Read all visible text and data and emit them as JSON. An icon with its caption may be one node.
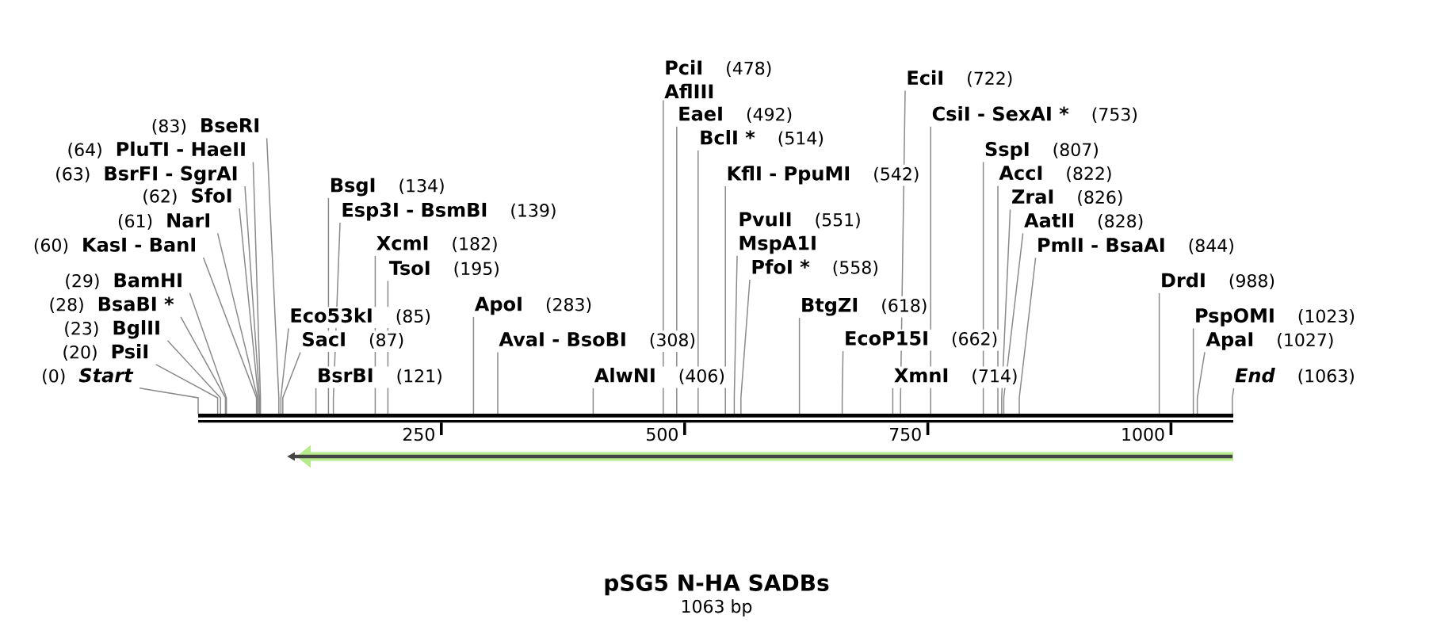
{
  "diagram": {
    "title": "pSG5 N-HA SADBs",
    "nodes": [
      {
        "text": [
          "(0)",
          "Start"
        ]
      },
      {
        "text": [
          "(20)",
          "PsiI"
        ]
      },
      {
        "text": [
          "(23)",
          "BglII"
        ]
      },
      {
        "text": [
          "(28)",
          "BsaBI *"
        ]
      },
      {
        "text": [
          "(29)",
          "BamHI"
        ]
      },
      {
        "text": [
          "(60)",
          "KasI - BanI"
        ]
      },
      {
        "text": [
          "(61)",
          "NarI"
        ]
      },
      {
        "text": [
          "(62)",
          "SfoI"
        ]
      },
      {
        "text": [
          "(63)",
          "BsrFI - SgrAI"
        ]
      },
      {
        "text": [
          "(64)",
          "PluTI - HaeII"
        ]
      },
      {
        "text": [
          "(83)",
          "BseRI"
        ]
      },
      {
        "text": [
          "Eco53kI",
          "(85)"
        ]
      },
      {
        "text": [
          "SacI",
          "(87)"
        ]
      },
      {
        "text": [
          "BsrBI",
          "(121)"
        ]
      },
      {
        "text": [
          "BsgI",
          "(134)"
        ]
      },
      {
        "text": [
          "Esp3I - BsmBI",
          "(139)"
        ]
      },
      {
        "text": [
          "XcmI",
          "(182)"
        ]
      },
      {
        "text": [
          "TsoI",
          "(195)"
        ]
      },
      {
        "text": [
          "ApoI",
          "(283)"
        ]
      },
      {
        "text": [
          "AvaI - BsoBI",
          "(308)"
        ]
      },
      {
        "text": [
          "AlwNI",
          "(406)"
        ]
      },
      {
        "text": [
          "PciI",
          "(478)",
          "AflIII"
        ]
      },
      {
        "text": [
          "EaeI",
          "(492)"
        ]
      },
      {
        "text": [
          "BclI *",
          "(514)"
        ]
      },
      {
        "text": [
          "KflI - PpuMI",
          "(542)"
        ]
      },
      {
        "text": [
          "PvuII",
          "(551)",
          "MspA1I"
        ]
      },
      {
        "text": [
          "PfoI *",
          "(558)"
        ]
      },
      {
        "text": [
          "BtgZI",
          "(618)"
        ]
      },
      {
        "text": [
          "EcoP15I",
          "(662)"
        ]
      },
      {
        "text": [
          "XmnI",
          "(714)"
        ]
      },
      {
        "text": [
          "EciI",
          "(722)"
        ]
      },
      {
        "text": [
          "CsiI - SexAI *",
          "(753)"
        ]
      },
      {
        "text": [
          "SspI",
          "(807)"
        ]
      },
      {
        "text": [
          "AccI",
          "(822)"
        ]
      },
      {
        "text": [
          "ZraI",
          "(826)"
        ]
      },
      {
        "text": [
          "AatII",
          "(828)"
        ]
      },
      {
        "text": [
          "PmlI - BsaAI",
          "(844)"
        ]
      },
      {
        "text": [
          "DrdI",
          "(988)"
        ]
      },
      {
        "text": [
          "PspOMI",
          "(1023)"
        ]
      },
      {
        "text": [
          "ApaI",
          "(1027)"
        ]
      },
      {
        "text": [
          "End",
          "(1063)"
        ]
      },
      {
        "text": [],
        "shape": "bar"
      }
    ],
    "edges": [
      {
        "from": 0,
        "to": 41,
        "arrow": "none"
      },
      {
        "from": 1,
        "to": 41,
        "arrow": "none"
      },
      {
        "from": 2,
        "to": 41,
        "arrow": "none"
      },
      {
        "from": 3,
        "to": 41,
        "arrow": "none"
      },
      {
        "from": 4,
        "to": 41,
        "arrow": "none"
      },
      {
        "from": 5,
        "to": 41,
        "arrow": "none"
      },
      {
        "from": 6,
        "to": 41,
        "arrow": "none"
      },
      {
        "from": 7,
        "to": 41,
        "arrow": "none"
      },
      {
        "from": 8,
        "to": 41,
        "arrow": "none"
      },
      {
        "from": 9,
        "to": 41,
        "arrow": "none"
      },
      {
        "from": 10,
        "to": 41,
        "arrow": "none"
      },
      {
        "from": 11,
        "to": 41,
        "arrow": "none"
      },
      {
        "from": 12,
        "to": 41,
        "arrow": "none"
      },
      {
        "from": 13,
        "to": 41,
        "arrow": "none"
      },
      {
        "from": 14,
        "to": 41,
        "arrow": "none"
      },
      {
        "from": 15,
        "to": 41,
        "arrow": "none"
      },
      {
        "from": 16,
        "to": 41,
        "arrow": "none"
      },
      {
        "from": 17,
        "to": 41,
        "arrow": "none"
      },
      {
        "from": 18,
        "to": 41,
        "arrow": "none"
      },
      {
        "from": 19,
        "to": 41,
        "arrow": "none"
      },
      {
        "from": 20,
        "to": 41,
        "arrow": "none"
      },
      {
        "from": 21,
        "to": 41,
        "arrow": "none"
      },
      {
        "from": 22,
        "to": 41,
        "arrow": "none"
      },
      {
        "from": 23,
        "to": 41,
        "arrow": "none"
      },
      {
        "from": 24,
        "to": 41,
        "arrow": "none"
      },
      {
        "from": 25,
        "to": 41,
        "arrow": "none"
      },
      {
        "from": 26,
        "to": 41,
        "arrow": "none"
      },
      {
        "from": 27,
        "to": 41,
        "arrow": "none"
      },
      {
        "from": 28,
        "to": 41,
        "arrow": "none"
      },
      {
        "from": 29,
        "to": 41,
        "arrow": "none"
      },
      {
        "from": 30,
        "to": 41,
        "arrow": "none"
      },
      {
        "from": 31,
        "to": 41,
        "arrow": "none"
      },
      {
        "from": 32,
        "to": 41,
        "arrow": "none"
      },
      {
        "from": 33,
        "to": 41,
        "arrow": "none"
      },
      {
        "from": 34,
        "to": 41,
        "arrow": "none"
      },
      {
        "from": 35,
        "to": 41,
        "arrow": "none"
      },
      {
        "from": 36,
        "to": 41,
        "arrow": "none"
      },
      {
        "from": 37,
        "to": 41,
        "arrow": "none"
      },
      {
        "from": 38,
        "to": 41,
        "arrow": "none"
      },
      {
        "from": 39,
        "to": 41,
        "arrow": "none"
      },
      {
        "from": 40,
        "to": 41,
        "arrow": "none"
      }
    ],
    "labels": [
      "250",
      "500",
      "750",
      "1000",
      "1063 bp"
    ]
  }
}
